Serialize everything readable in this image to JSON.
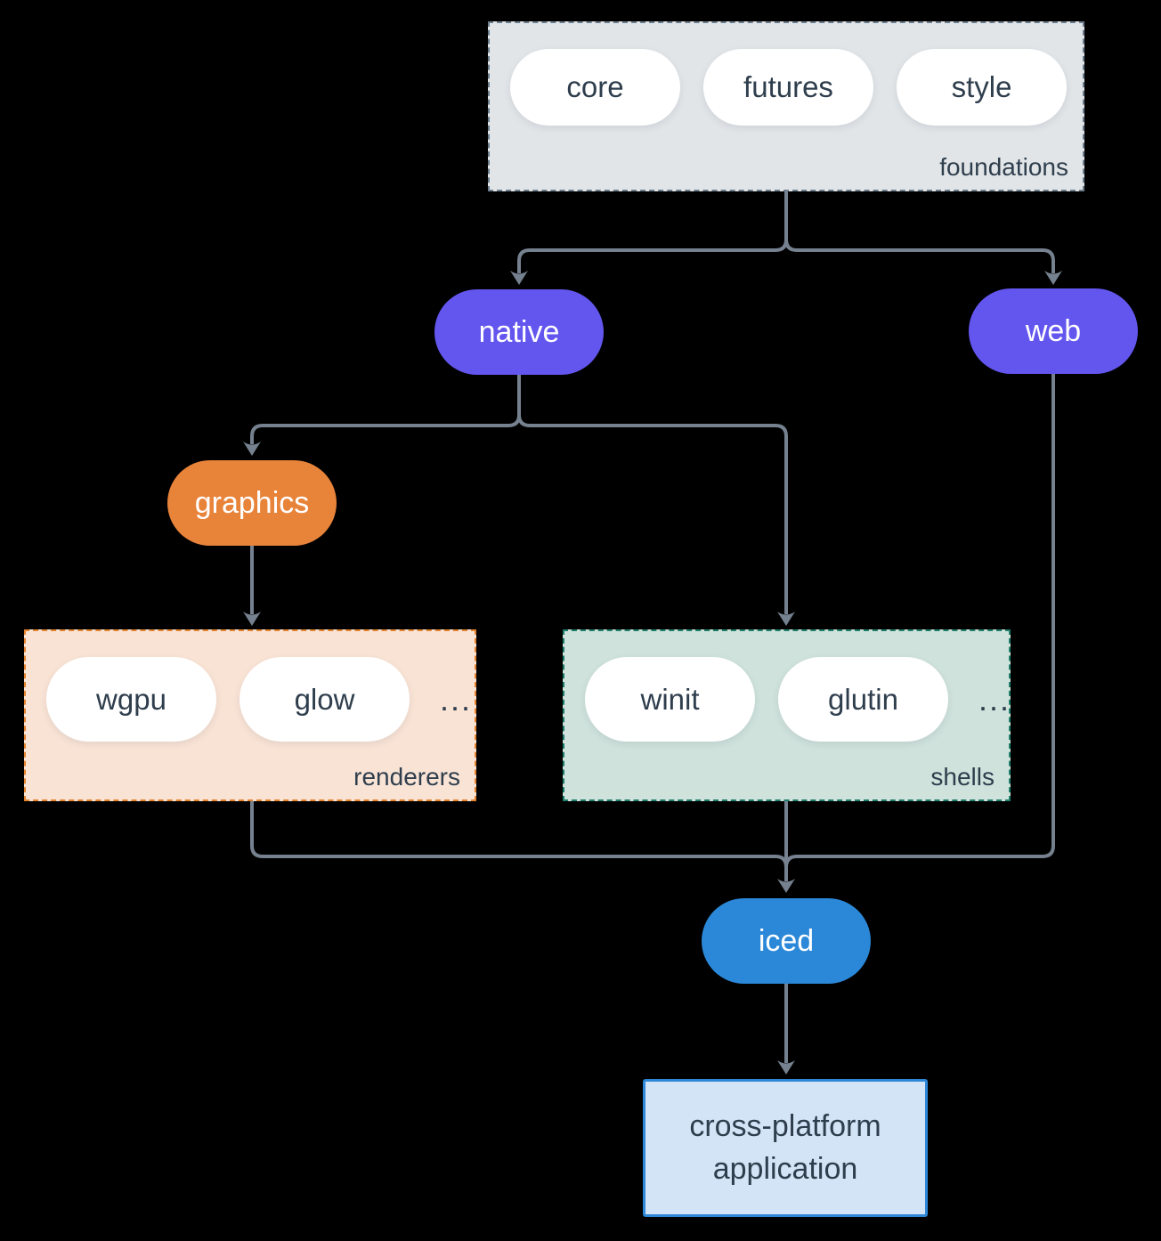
{
  "diagram": {
    "groups": {
      "foundations": {
        "label": "foundations",
        "pills": [
          "core",
          "futures",
          "style"
        ]
      },
      "renderers": {
        "label": "renderers",
        "pills": [
          "wgpu",
          "glow"
        ],
        "more": "..."
      },
      "shells": {
        "label": "shells",
        "pills": [
          "winit",
          "glutin"
        ],
        "more": "..."
      }
    },
    "nodes": {
      "native": "native",
      "web": "web",
      "graphics": "graphics",
      "iced": "iced",
      "application": "cross-platform application"
    },
    "colors": {
      "background": "#000000",
      "foundations_fill": "#E1E5E8",
      "foundations_border": "#6C7E8E",
      "renderers_fill": "#F9E3D5",
      "renderers_border": "#E5832F",
      "shells_fill": "#CFE2DC",
      "shells_border": "#1E7F6C",
      "purple": "#6356EF",
      "orange": "#E8833A",
      "blue": "#2B88D8",
      "app_fill": "#D3E4F6",
      "app_border": "#2E86D8",
      "connector": "#76818F",
      "text_dark": "#2F3E4D",
      "text_light": "#FFFFFF",
      "pill_white": "#FFFFFF"
    }
  }
}
